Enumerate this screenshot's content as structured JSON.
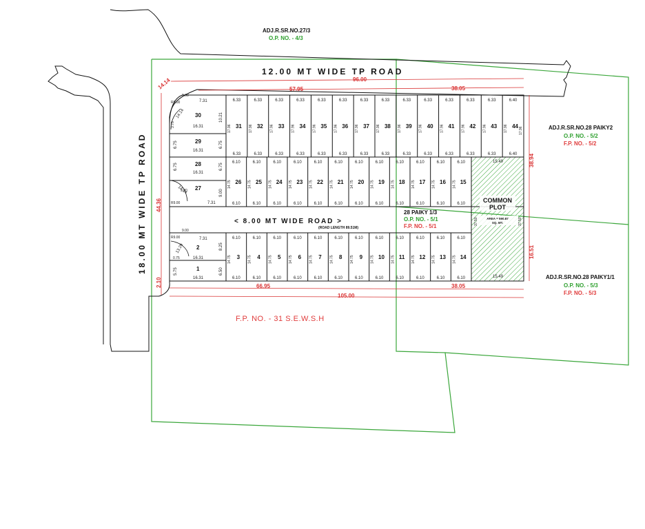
{
  "roads": {
    "top": "12.00 MT WIDE TP ROAD",
    "left": "18.00 MT WIDE TP ROAD",
    "inner": "< 8.00 MT WIDE ROAD >",
    "inner_length": "(ROAD LENGTH 89.51M)"
  },
  "adjacent": {
    "top_black": "ADJ.R.SR.NO.27/3",
    "top_green": "O.P. NO. - 4/3",
    "right_top_black": "ADJ.R.SR.NO.28 PAIKY2",
    "right_top_green": "O.P. NO. - 5/2",
    "right_top_red": "F.P. NO. - 5/2",
    "right_bottom_black": "ADJ.R.SR.NO.28 PAIKY1/1",
    "right_bottom_green": "O.P. NO. - 5/3",
    "right_bottom_red": "F.P. NO. - 5/3",
    "center_black": "28 PAIKY 1/3",
    "center_green": "O.P. NO. - 5/1",
    "center_red": "F.P. NO. - 5/1",
    "fp_main": "F.P. NO. - 31 S.E.W.S.H"
  },
  "dimensions": {
    "top_96": "96.00",
    "top_5795": "57.95",
    "top_3805": "38.05",
    "bottom_6695": "66.95",
    "bottom_3805": "38.05",
    "bottom_105": "105.00",
    "left_4436": "44.36",
    "left_210": "2.10",
    "right_3894": "38.94",
    "right_1651": "16.51",
    "corner_1414": "14.14",
    "r900_a": "R9.00",
    "r900_b": "R9.00",
    "r900_c": "R9.00",
    "nine_a": "9.00",
    "nine_b": "9.00",
    "nine_c": "9.00",
    "nine_d": "9.00"
  },
  "common_plot": {
    "title_line1": "COMMON",
    "title_line2": "PLOT",
    "area_line1": "AREA = 590.87",
    "area_line2": "SQ. MT.",
    "width_top": "15.49",
    "width_bottom": "15.49",
    "left_len": "37.50",
    "right_len": "37.50"
  },
  "row1_top": {
    "plots": [
      "31",
      "32",
      "33",
      "34",
      "35",
      "36",
      "37",
      "38",
      "39",
      "40",
      "41",
      "42",
      "43",
      "44"
    ],
    "width_top": [
      "6.33",
      "6.33",
      "6.33",
      "6.33",
      "6.33",
      "6.33",
      "6.33",
      "6.33",
      "6.33",
      "6.33",
      "6.33",
      "6.33",
      "6.33",
      "6.40"
    ],
    "width_bottom": [
      "6.33",
      "6.33",
      "6.33",
      "6.33",
      "6.33",
      "6.33",
      "6.33",
      "6.33",
      "6.33",
      "6.33",
      "6.33",
      "6.33",
      "6.33",
      "6.40"
    ],
    "depth_left": "17.96",
    "depth": "17.96",
    "first_left_depth": "10.21"
  },
  "row2_mid": {
    "plots": [
      "26",
      "25",
      "24",
      "23",
      "22",
      "21",
      "20",
      "19",
      "18",
      "17",
      "16",
      "15"
    ],
    "width_top": "6.10",
    "width_bottom": "6.10",
    "depth": "14.75"
  },
  "row3_bottom": {
    "plots": [
      "3",
      "4",
      "5",
      "6",
      "7",
      "8",
      "9",
      "10",
      "11",
      "12",
      "13",
      "14"
    ],
    "width_top": "6.10",
    "width_bottom": "6.10",
    "depth": "14.75"
  },
  "left_plots": {
    "p30": {
      "no": "30",
      "top": "7.31",
      "bottom": "16.31",
      "right": "10.21",
      "arc": "14.14",
      "left_small": "3.75"
    },
    "p29": {
      "no": "29",
      "bottom": "16.31",
      "left": "6.75",
      "right": "6.75"
    },
    "p28": {
      "no": "28",
      "bottom": "16.31",
      "left": "6.75",
      "right": "6.75"
    },
    "p27": {
      "no": "27",
      "bottom": "7.31",
      "right": "9.00",
      "arc": "14.14"
    },
    "p2": {
      "no": "2",
      "top": "7.31",
      "bottom": "16.31",
      "right": "8.25",
      "arc": "13.29",
      "left_small": "0.75"
    },
    "p1": {
      "no": "1",
      "bottom": "16.31",
      "left": "5.75",
      "right": "6.50"
    }
  }
}
